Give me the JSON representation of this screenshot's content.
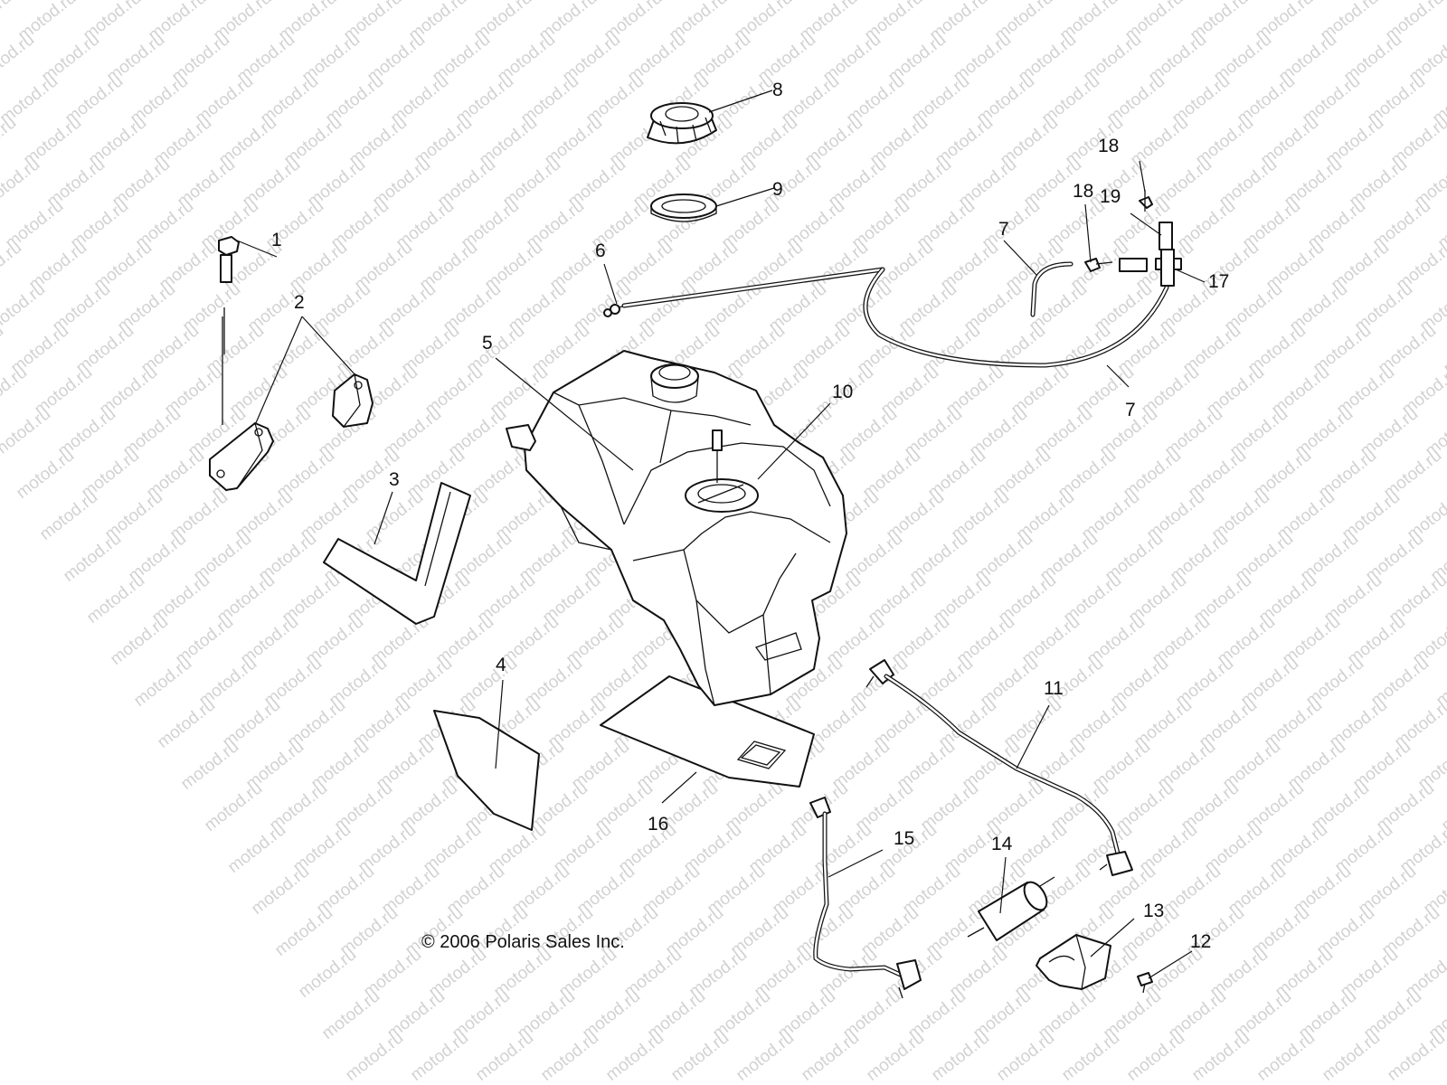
{
  "watermark": "motod.ru",
  "copyright": "© 2006 Polaris Sales Inc.",
  "callouts": {
    "c1": "1",
    "c2": "2",
    "c3": "3",
    "c4": "4",
    "c5": "5",
    "c6": "6",
    "c7a": "7",
    "c7b": "7",
    "c8": "8",
    "c9": "9",
    "c10": "10",
    "c11": "11",
    "c12": "12",
    "c13": "13",
    "c14": "14",
    "c15": "15",
    "c16": "16",
    "c17": "17",
    "c18a": "18",
    "c18b": "18",
    "c19": "19"
  }
}
